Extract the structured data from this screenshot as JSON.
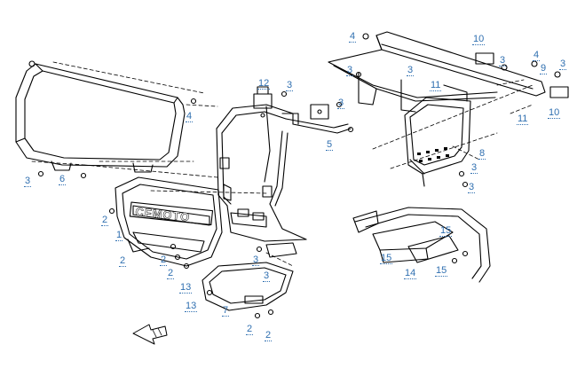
{
  "diagram": {
    "colors": {
      "ink": "#000000",
      "callout": "#2f6fb0",
      "background": "#ffffff"
    },
    "logo_text": "CFMOTO",
    "callouts": [
      "4",
      "10",
      "3",
      "3",
      "4",
      "9",
      "3",
      "12",
      "3",
      "3",
      "11",
      "11",
      "10",
      "4",
      "3",
      "5",
      "8",
      "3",
      "3",
      "6",
      "3",
      "2",
      "1",
      "2",
      "2",
      "2",
      "3",
      "3",
      "15",
      "15",
      "14",
      "15",
      "13",
      "13",
      "7",
      "2",
      "2"
    ]
  }
}
